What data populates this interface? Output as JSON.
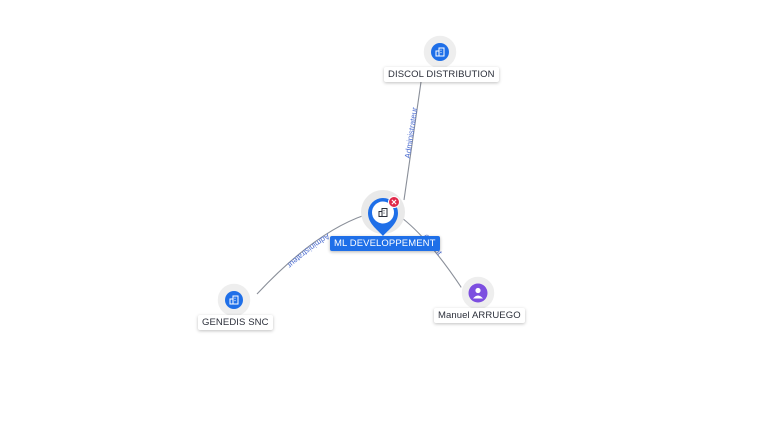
{
  "graph": {
    "center": {
      "name": "ML DEVELOPPEMENT",
      "icon": "building-icon",
      "status_icon": "close-icon",
      "status_color": "#e0294a"
    },
    "nodes": [
      {
        "name": "DISCOL DISTRIBUTION",
        "kind": "company",
        "icon": "building-icon"
      },
      {
        "name": "GENEDIS SNC",
        "kind": "company",
        "icon": "building-icon"
      },
      {
        "name": "Manuel ARRUEGO",
        "kind": "person",
        "icon": "person-icon"
      }
    ],
    "edges": [
      {
        "label": "Administrateur",
        "to": "DISCOL DISTRIBUTION"
      },
      {
        "label": "Administrateur",
        "to": "GENEDIS SNC"
      },
      {
        "label": "Gérant",
        "to": "Manuel ARRUEGO"
      }
    ],
    "colors": {
      "company": "#1f6fe8",
      "person": "#7d4fe0",
      "edge_label": "#4f6fd1"
    }
  }
}
